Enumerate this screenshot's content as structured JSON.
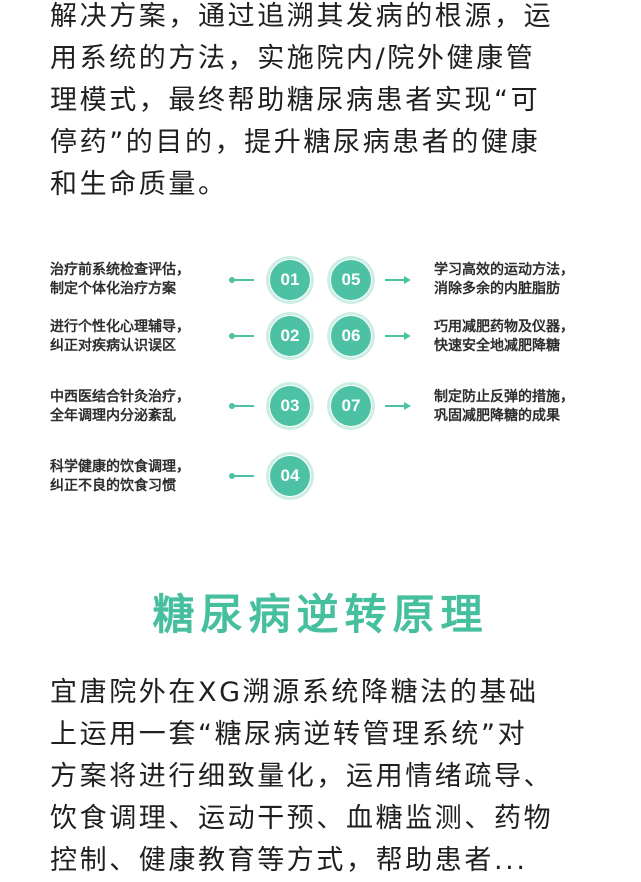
{
  "intro_lines": [
    "解决方案，通过追溯其发病的根源，运",
    "用系统的方法，实施院内/院外健康管",
    "理模式，最终帮助糖尿病患者实现“可",
    "停药”的目的，提升糖尿病患者的健康",
    "和生命质量。"
  ],
  "steps": [
    {
      "num": "01",
      "line1": "治疗前系统检查评估，",
      "line2": "制定个体化治疗方案"
    },
    {
      "num": "02",
      "line1": "进行个性化心理辅导，",
      "line2": "纠正对疾病认识误区"
    },
    {
      "num": "03",
      "line1": "中西医结合针灸治疗，",
      "line2": "全年调理内分泌紊乱"
    },
    {
      "num": "04",
      "line1": "科学健康的饮食调理，",
      "line2": "纠正不良的饮食习惯"
    },
    {
      "num": "05",
      "line1": "学习高效的运动方法，",
      "line2": "消除多余的内脏脂肪"
    },
    {
      "num": "06",
      "line1": "巧用减肥药物及仪器，",
      "line2": "快速安全地减肥降糖"
    },
    {
      "num": "07",
      "line1": "制定防止反弹的措施，",
      "line2": "巩固减肥降糖的成果"
    }
  ],
  "section_title": "糖尿病逆转原理",
  "body_lines": [
    "宜唐院外在XG溯源系统降糖法的基础",
    "上运用一套“糖尿病逆转管理系统”对",
    "方案将进行细致量化，运用情绪疏导、",
    "饮食调理、运动干预、血糖监测、药物",
    "控制、健康教育等方式，帮助患者..."
  ],
  "colors": {
    "accent": "#4cc1a3",
    "title": "#45bf9e",
    "text": "#1f1f1f"
  },
  "icons": {
    "connector": "dot-line-arrow"
  }
}
